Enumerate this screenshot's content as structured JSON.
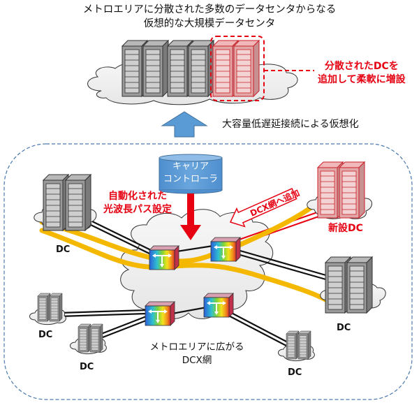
{
  "title": {
    "line1": "メトロエリアに分散された多数のデータセンタからなる",
    "line2": "仮想的な大規模データセンタ"
  },
  "top_note": {
    "line1": "分散されたDCを",
    "line2": "追加して柔軟に増設"
  },
  "virtualization_label": "大容量低遅延接続による仮想化",
  "controller": {
    "line1": "キャリア",
    "line2": "コントローラ"
  },
  "auto_path_note": {
    "line1": "自動化された",
    "line2": "光波長パス設定"
  },
  "add_to_dcx_label": "DCX網へ追加",
  "new_dc_label": "新設DC",
  "dc_labels": [
    "DC",
    "DC",
    "DC",
    "DC",
    "DC"
  ],
  "network_label": {
    "line1": "メトロエリアに広がる",
    "line2": "DCX網"
  },
  "colors": {
    "accent_red": "#e60012",
    "arrow_blue": "#5b9bd5",
    "path_yellow": "#f5b800",
    "boundary_blue": "#4a78b0",
    "server_gray": "#9a9a9a"
  }
}
